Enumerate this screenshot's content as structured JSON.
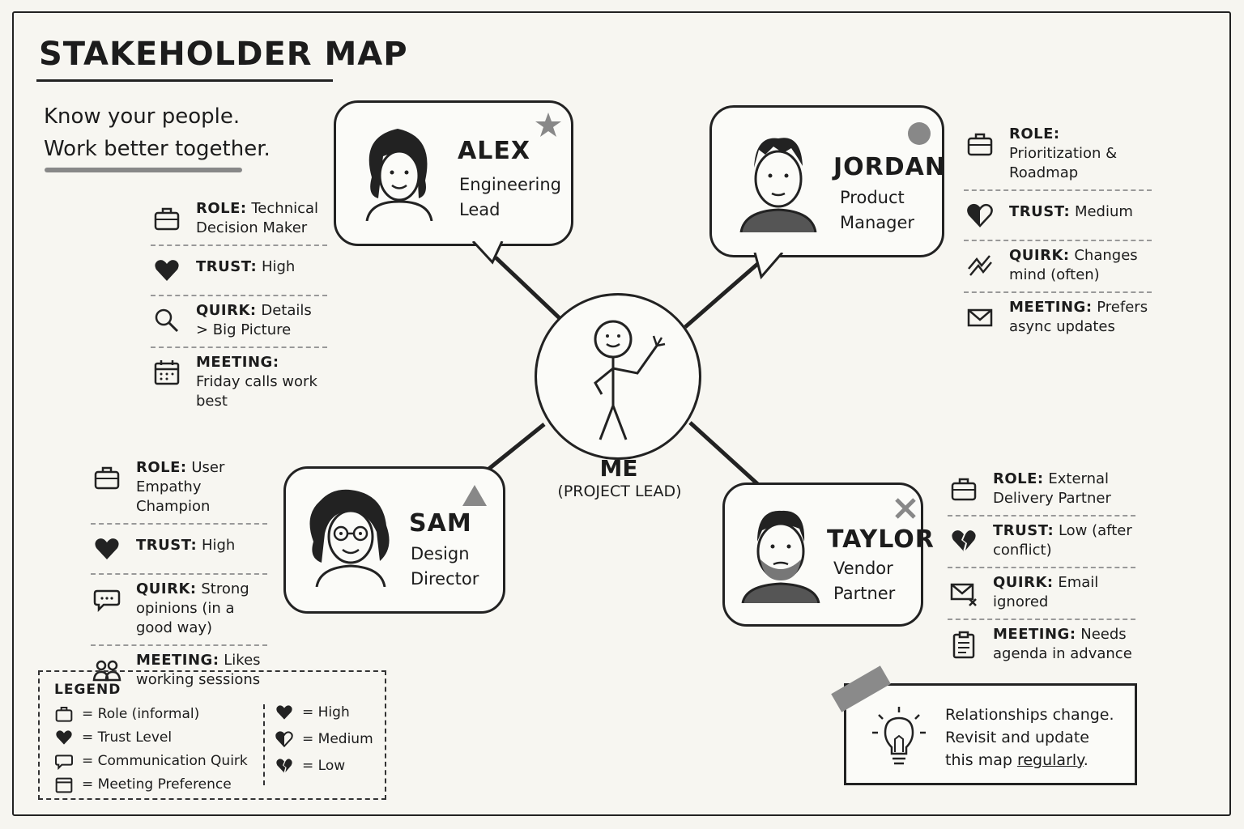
{
  "header": {
    "title": "STAKEHOLDER MAP",
    "tagline_line1": "Know your people.",
    "tagline_line2": "Work better together."
  },
  "center": {
    "name": "ME",
    "role": "(PROJECT LEAD)"
  },
  "stakeholders": [
    {
      "name": "ALEX",
      "role_line1": "Engineering",
      "role_line2": "Lead",
      "marker": "star-icon",
      "details": {
        "role_key": "ROLE:",
        "role_val": "Technical Decision Maker",
        "trust_key": "TRUST:",
        "trust_val": "High",
        "quirk_key": "QUIRK:",
        "quirk_val": "Details > Big Picture",
        "meeting_key": "MEETING:",
        "meeting_val": "Friday calls work best"
      }
    },
    {
      "name": "JORDAN",
      "role_line1": "Product",
      "role_line2": "Manager",
      "marker": "circle-icon",
      "details": {
        "role_key": "ROLE:",
        "role_val": "Prioritization & Roadmap",
        "trust_key": "TRUST:",
        "trust_val": "Medium",
        "quirk_key": "QUIRK:",
        "quirk_val": "Changes mind (often)",
        "meeting_key": "MEETING:",
        "meeting_val": "Prefers async updates"
      }
    },
    {
      "name": "SAM",
      "role_line1": "Design",
      "role_line2": "Director",
      "marker": "triangle-icon",
      "details": {
        "role_key": "ROLE:",
        "role_val": "User Empathy Champion",
        "trust_key": "TRUST:",
        "trust_val": "High",
        "quirk_key": "QUIRK:",
        "quirk_val": "Strong opinions (in a good way)",
        "meeting_key": "MEETING:",
        "meeting_val": "Likes working sessions"
      }
    },
    {
      "name": "TAYLOR",
      "role_line1": "Vendor",
      "role_line2": "Partner",
      "marker": "x-icon",
      "details": {
        "role_key": "ROLE:",
        "role_val": "External Delivery Partner",
        "trust_key": "TRUST:",
        "trust_val": "Low (after conflict)",
        "quirk_key": "QUIRK:",
        "quirk_val": "Email ignored",
        "meeting_key": "MEETING:",
        "meeting_val": "Needs agenda in advance"
      }
    }
  ],
  "legend": {
    "title": "LEGEND",
    "items": [
      {
        "icon": "briefcase-icon",
        "label": "= Role (informal)"
      },
      {
        "icon": "heart-icon",
        "label": "= Trust Level"
      },
      {
        "icon": "speech-bubble-icon",
        "label": "= Communication Quirk"
      },
      {
        "icon": "calendar-icon",
        "label": "= Meeting Preference"
      }
    ],
    "trust_levels": [
      {
        "icon": "heart-full-icon",
        "label": "= High"
      },
      {
        "icon": "heart-half-icon",
        "label": "= Medium"
      },
      {
        "icon": "heart-broken-icon",
        "label": "= Low"
      }
    ]
  },
  "note": {
    "line1": "Relationships change.",
    "line2": "Revisit and update",
    "line3_pre": "this map ",
    "line3_underlined": "regularly",
    "line3_post": "."
  },
  "colors": {
    "ink": "#1c1c1c",
    "paper": "#f7f6f1",
    "accent_gray": "#8a8a8a"
  }
}
